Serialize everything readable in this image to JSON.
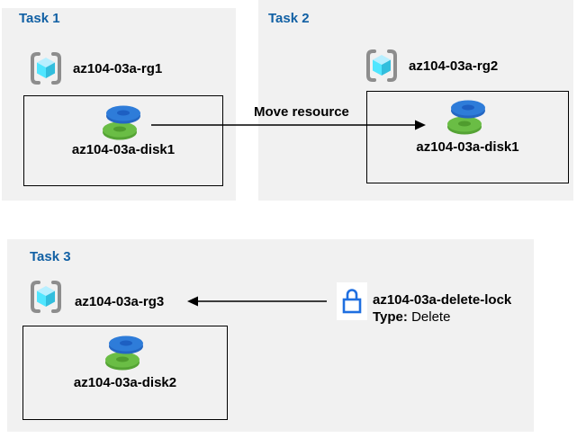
{
  "colors": {
    "panel_bg": "#f1f1f1",
    "title_blue": "#1160a4",
    "text_black": "#000000",
    "arrow_black": "#000000",
    "box_border": "#000000",
    "bracket_gray": "#8d8d8d",
    "cube_top": "#b8efff",
    "cube_left": "#50e6ff",
    "cube_right": "#32bedd",
    "disk_blue": "#2e7cd9",
    "disk_blue_side": "#2466c2",
    "disk_blue_hole": "#1d5fc2",
    "disk_green": "#6abd45",
    "disk_green_side": "#55a335",
    "disk_green_hole": "#4f9c2e",
    "lock_blue": "#1f6fe0"
  },
  "tasks": [
    {
      "title": "Task 1",
      "resource_group": "az104-03a-rg1",
      "resource": "az104-03a-disk1"
    },
    {
      "title": "Task 2",
      "resource_group": "az104-03a-rg2",
      "resource": "az104-03a-disk1"
    },
    {
      "title": "Task 3",
      "resource_group": "az104-03a-rg3",
      "resource": "az104-03a-disk2"
    }
  ],
  "annotations": {
    "move_resource_label": "Move resource",
    "lock_name": "az104-03a-delete-lock",
    "lock_type_label": "Type:",
    "lock_type_value": "Delete"
  }
}
